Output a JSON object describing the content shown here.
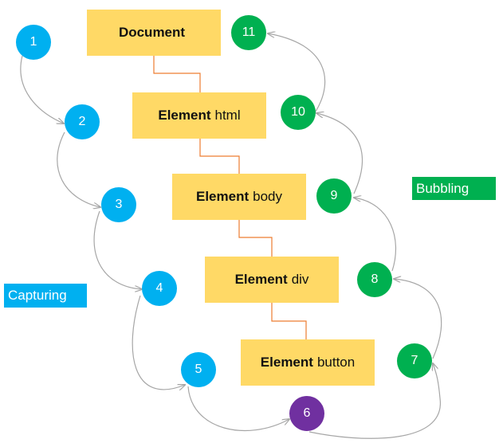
{
  "nodes": {
    "document": {
      "bold": "Document",
      "rest": ""
    },
    "html": {
      "bold": "Element",
      "rest": "html"
    },
    "body": {
      "bold": "Element",
      "rest": "body"
    },
    "div": {
      "bold": "Element",
      "rest": "div"
    },
    "button": {
      "bold": "Element",
      "rest": "button"
    }
  },
  "steps": {
    "capturing": [
      "1",
      "2",
      "3",
      "4",
      "5"
    ],
    "target": "6",
    "bubbling": [
      "7",
      "8",
      "9",
      "10",
      "11"
    ]
  },
  "labels": {
    "capturing": "Capturing",
    "bubbling": "Bubbling"
  },
  "colors": {
    "box": "#ffd966",
    "connector": "#ed7d31",
    "arrow": "#a6a6a6",
    "capturing": "#00b0f0",
    "target": "#7030a0",
    "bubbling": "#00b050"
  }
}
